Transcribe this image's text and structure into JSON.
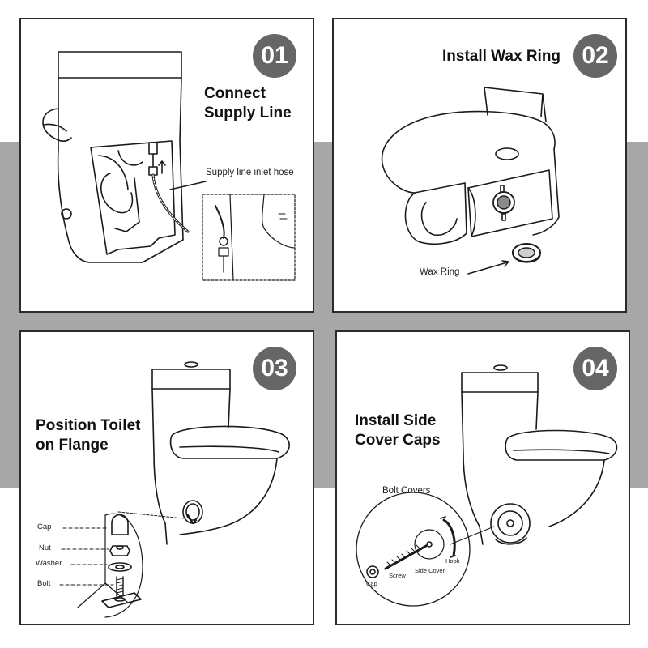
{
  "colors": {
    "band": "#a7a7a7",
    "badge": "#666666",
    "line": "#1a1a1a"
  },
  "steps": [
    {
      "number": "01",
      "title_lines": [
        "Connect",
        "Supply Line"
      ],
      "labels": {
        "inlet_hose": "Supply line inlet hose"
      }
    },
    {
      "number": "02",
      "title_lines": [
        "Install Wax Ring"
      ],
      "labels": {
        "wax_ring": "Wax Ring"
      }
    },
    {
      "number": "03",
      "title_lines": [
        "Position Toilet",
        "on Flange"
      ],
      "labels": {
        "cap": "Cap",
        "nut": "Nut",
        "washer": "Washer",
        "bolt": "Bolt"
      }
    },
    {
      "number": "04",
      "title_lines": [
        "Install Side",
        "Cover Caps"
      ],
      "labels": {
        "bolt_covers": "Bolt Covers",
        "cap": "Cap",
        "screw": "Screw",
        "side_cover": "Side Cover",
        "hook": "Hook"
      }
    }
  ]
}
